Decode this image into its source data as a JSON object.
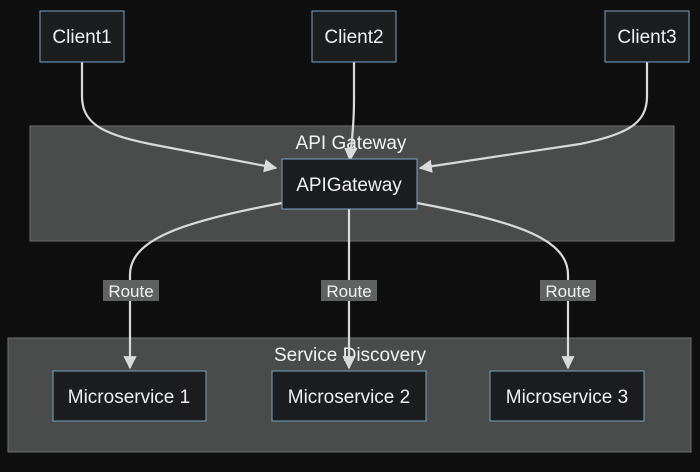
{
  "clusters": {
    "gateway_title": "API Gateway",
    "discovery_title": "Service Discovery"
  },
  "nodes": {
    "client1": "Client1",
    "client2": "Client2",
    "client3": "Client3",
    "api_gateway": "APIGateway",
    "microservice1": "Microservice 1",
    "microservice2": "Microservice 2",
    "microservice3": "Microservice 3"
  },
  "edges": {
    "route_label_1": "Route",
    "route_label_2": "Route",
    "route_label_3": "Route"
  },
  "colors": {
    "background": "#0f0f10",
    "cluster_fill": "#4a4c4b",
    "node_fill": "#1c1d1f",
    "node_border": "#7aa3c7",
    "edge": "#dadada"
  }
}
